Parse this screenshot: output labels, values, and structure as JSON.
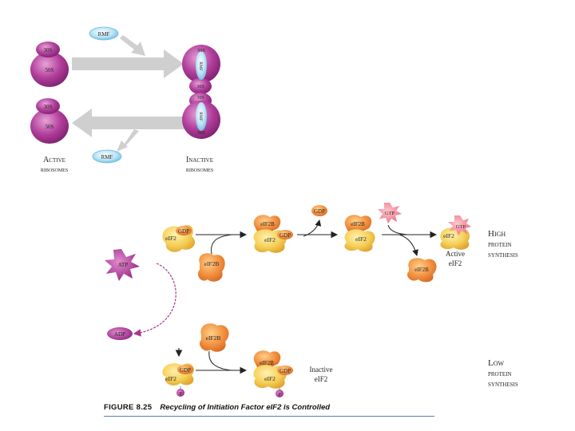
{
  "colors": {
    "ribosome": "#a8338f",
    "rmf": "#9ed6ee",
    "arrow_gray": "#cfcfcf",
    "eif2": "#f2c94c",
    "eif2b": "#f08a3c",
    "atp": "#b3349a",
    "gtp": "#f06b7a",
    "arrow_dark": "#222222",
    "arrow_magenta": "#a8338f"
  },
  "top": {
    "rmf_top": "RMF",
    "rmf_bottom": "RMF",
    "active_upper_small": "30S",
    "active_upper_large": "50S",
    "active_lower_small": "30S",
    "active_lower_large": "50S",
    "inactive_upper_a": "50S",
    "inactive_upper_rmf": "RMF",
    "inactive_upper_b": "30S",
    "inactive_lower_a": "30S",
    "inactive_lower_rmf": "RMF",
    "inactive_lower_b": "50S",
    "active_label_1": "Active",
    "active_label_2": "ribosomes",
    "inactive_label_1": "Inactive",
    "inactive_label_2": "ribosomes"
  },
  "bottom": {
    "atp": "ATP",
    "adp": "ADP",
    "p1_gdp": "GDP",
    "p1_eif2": "eIF2",
    "p1_eif2b": "eIF2B",
    "p2_eif2b": "eIF2B",
    "p2_gdp": "GDP",
    "p2_eif2": "eIF2",
    "gdp_released": "GDP",
    "p3_eif2b": "eIF2B",
    "p3_eif2": "eIF2",
    "gtp_free": "GTP",
    "eif2b_free": "eIF2B",
    "p4_gtp": "GTP",
    "p4_eif2": "eIF2",
    "active_1": "Active",
    "active_2": "eIF2",
    "high_1": "High",
    "high_2": "protein",
    "high_3": "synthesis",
    "l_gdp": "GDP",
    "l_eif2": "eIF2",
    "l_p1": "P",
    "l_eif2b_top": "eIF2B",
    "l_eif2b": "eIF2B",
    "l_gdp2": "GDP",
    "l_eif2_2": "eIF2",
    "l_p2": "P",
    "inactive_1": "Inactive",
    "inactive_2": "eIF2",
    "low_1": "Low",
    "low_2": "protein",
    "low_3": "synthesis"
  },
  "caption": {
    "number": "FIGURE 8.25",
    "text": "Recycling of Initiation Factor eIF2 is Controlled"
  }
}
